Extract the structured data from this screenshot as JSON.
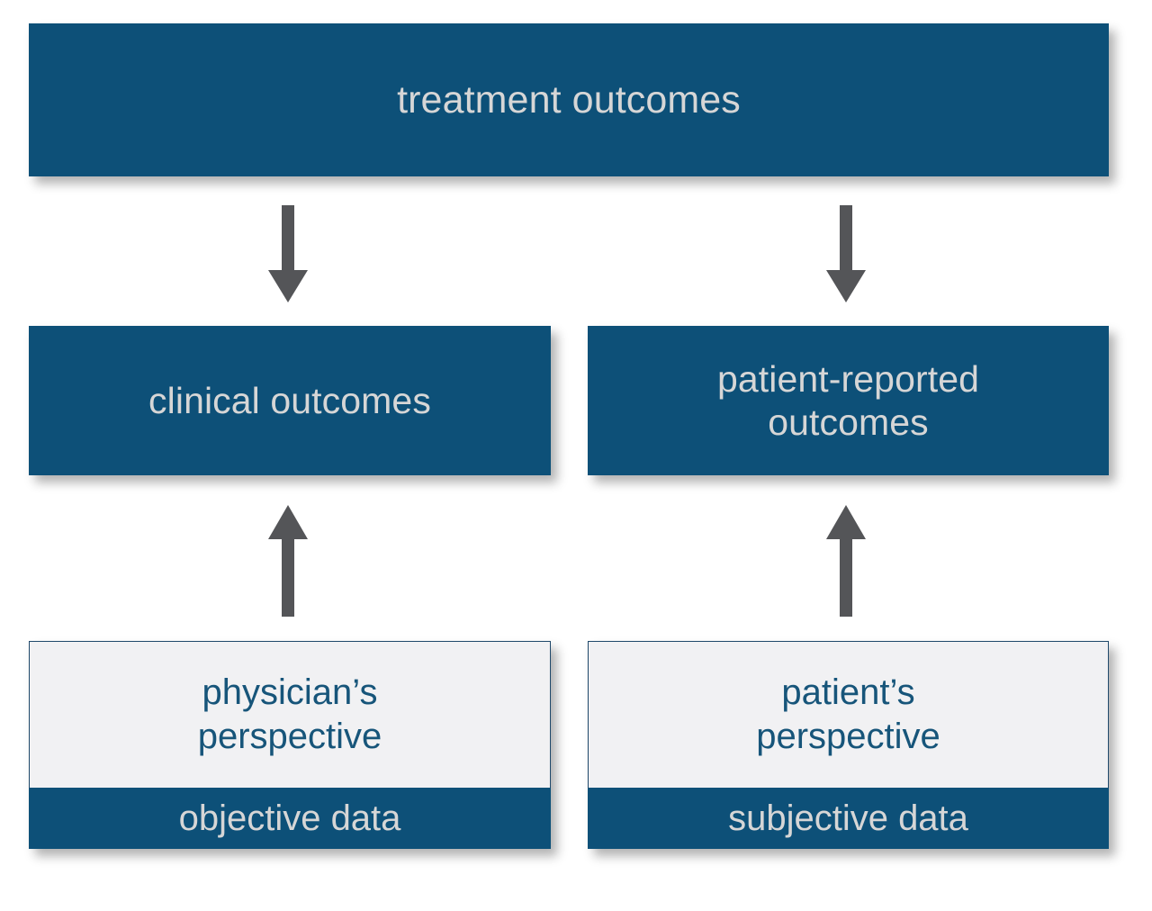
{
  "diagram": {
    "title": "treatment outcomes",
    "accent_blue": "#0d5078",
    "panel_gray": "#f1f1f3",
    "light_text": "#d6d6d6",
    "dark_blue_text": "#17557a",
    "arrow_gray": "#545558",
    "root": {
      "label": "treatment outcomes"
    },
    "branches": [
      {
        "outcome_label": "clinical outcomes",
        "perspective_label": "physician’s\nperspective",
        "data_label": "objective data"
      },
      {
        "outcome_label": "patient-reported\noutcomes",
        "perspective_label": "patient’s\nperspective",
        "data_label": "subjective data"
      }
    ],
    "arrows": [
      {
        "name": "arrow-down-clinical",
        "direction": "down"
      },
      {
        "name": "arrow-down-pro",
        "direction": "down"
      },
      {
        "name": "arrow-up-clinical",
        "direction": "up"
      },
      {
        "name": "arrow-up-pro",
        "direction": "up"
      }
    ]
  }
}
